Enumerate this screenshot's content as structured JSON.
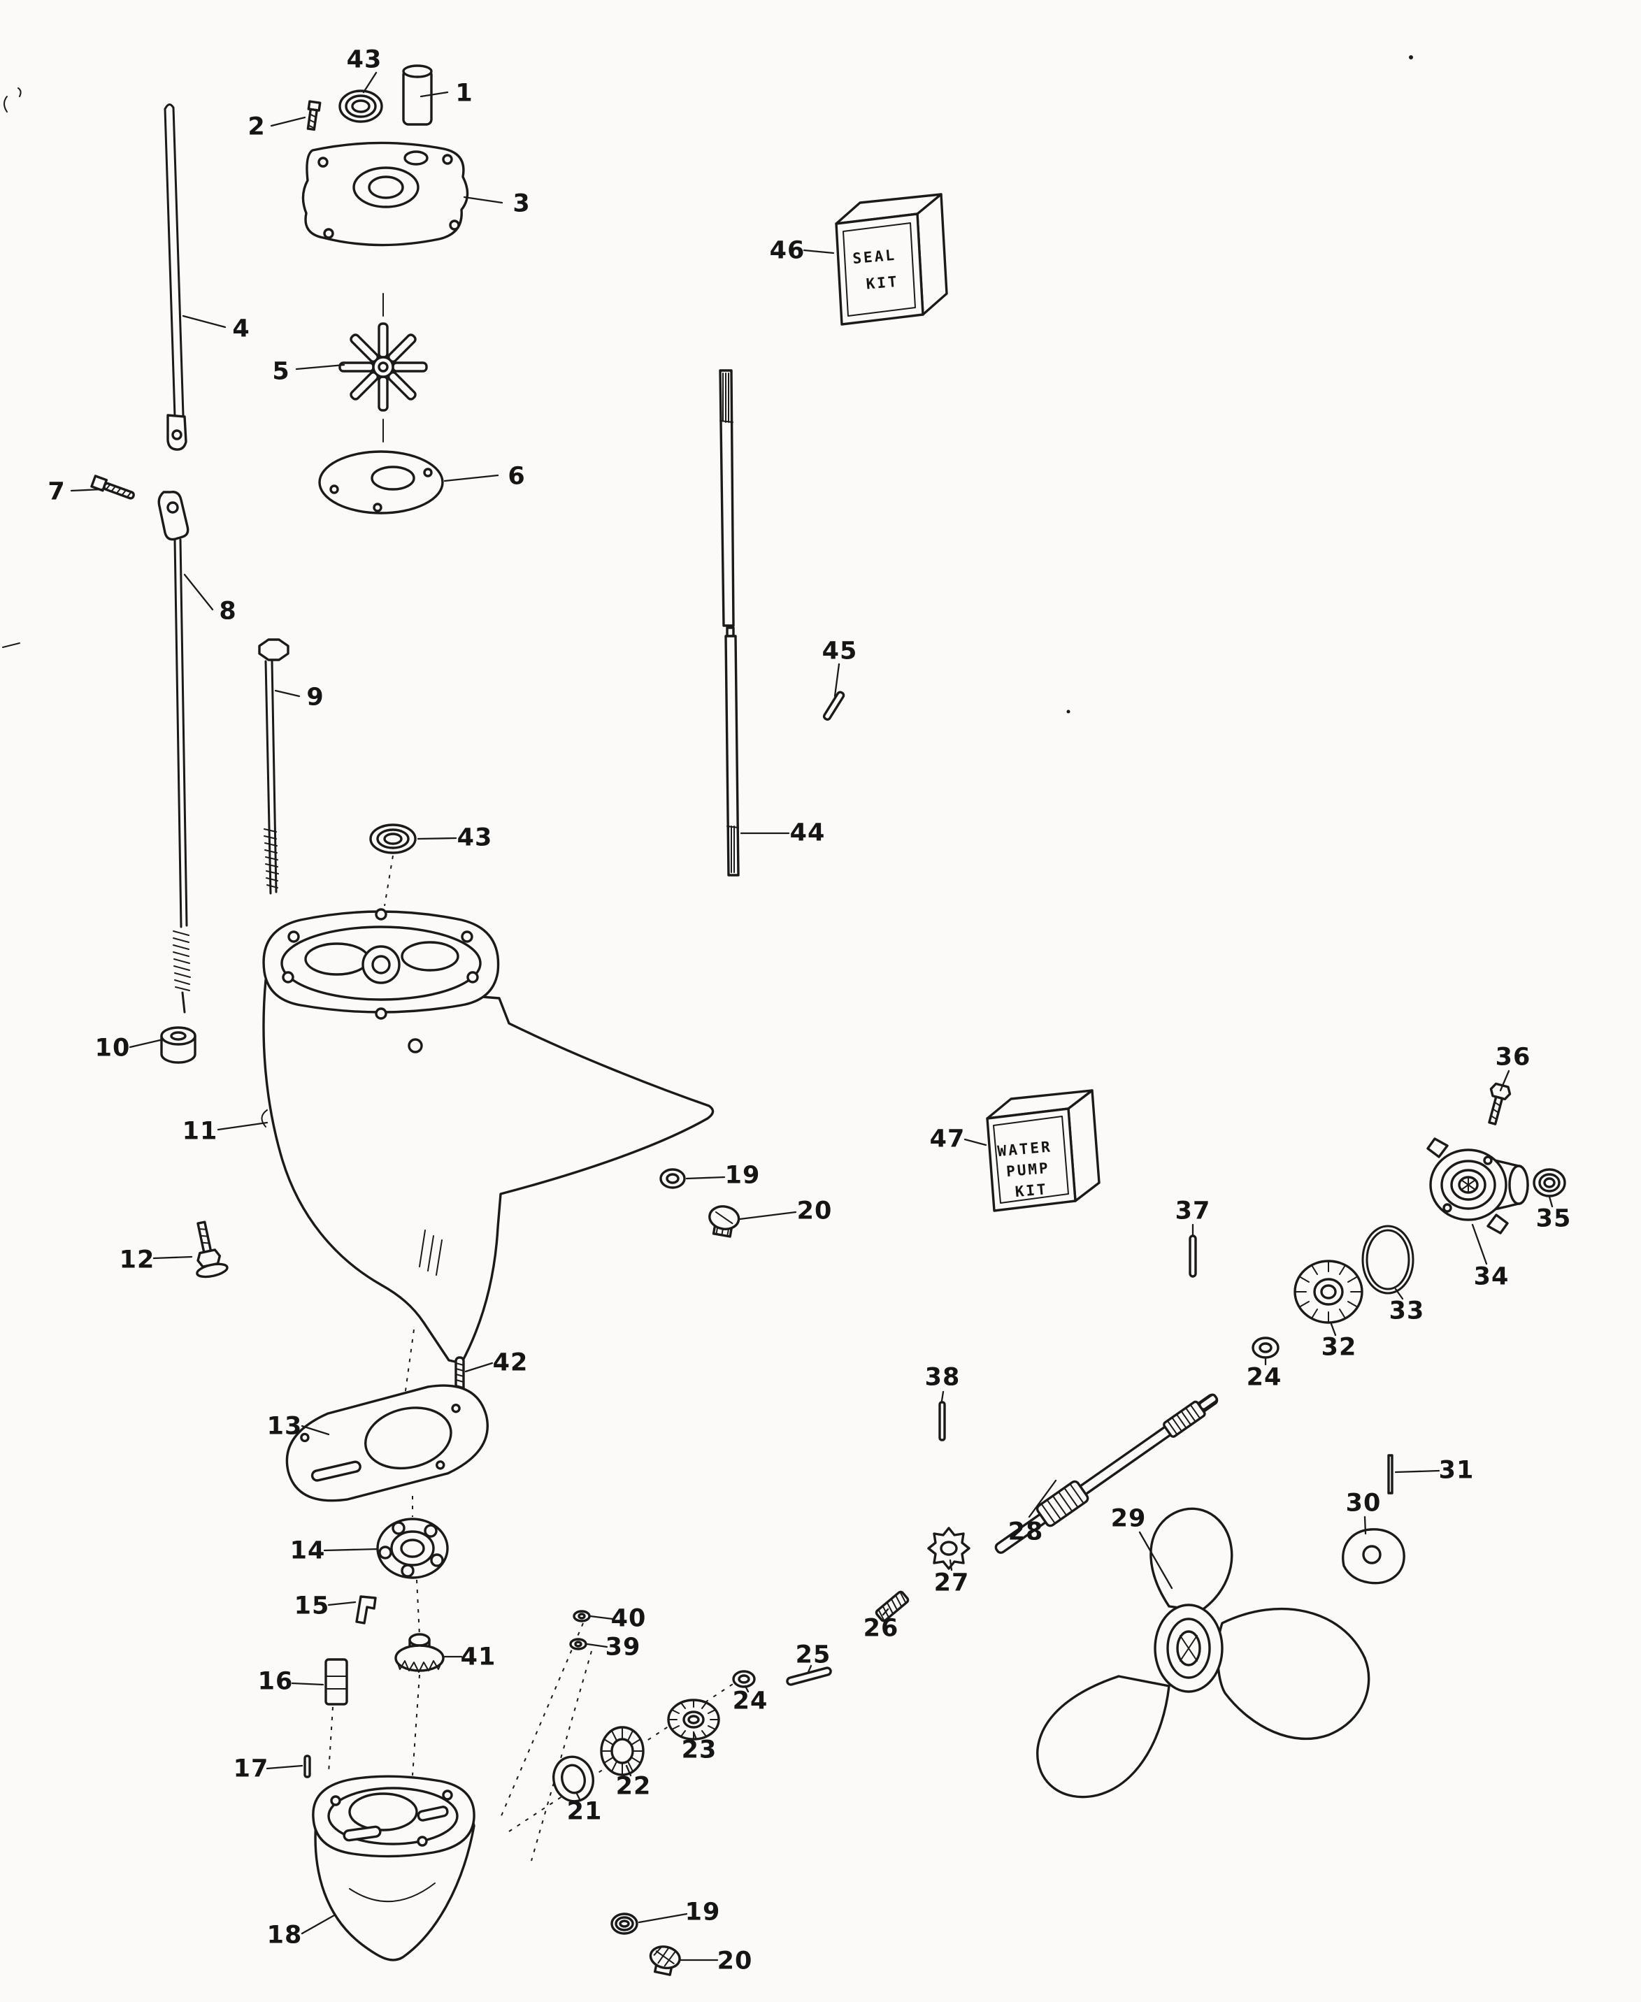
{
  "page": {
    "background": "#fbfaf9",
    "ink": "#1a1a1a"
  },
  "kits": {
    "seal_kit": {
      "lines": [
        "SEAL",
        "KIT"
      ]
    },
    "water_pump_kit": {
      "lines": [
        "WATER",
        "PUMP",
        "KIT"
      ]
    }
  },
  "callouts": [
    {
      "text": "43"
    },
    {
      "text": "1"
    },
    {
      "text": "2"
    },
    {
      "text": "3"
    },
    {
      "text": "46"
    },
    {
      "text": "4"
    },
    {
      "text": "5"
    },
    {
      "text": "6"
    },
    {
      "text": "7"
    },
    {
      "text": "8"
    },
    {
      "text": "9"
    },
    {
      "text": "45"
    },
    {
      "text": "43"
    },
    {
      "text": "44"
    },
    {
      "text": "10"
    },
    {
      "text": "11"
    },
    {
      "text": "19"
    },
    {
      "text": "20"
    },
    {
      "text": "12"
    },
    {
      "text": "47"
    },
    {
      "text": "36"
    },
    {
      "text": "35"
    },
    {
      "text": "37"
    },
    {
      "text": "34"
    },
    {
      "text": "33"
    },
    {
      "text": "32"
    },
    {
      "text": "24"
    },
    {
      "text": "42"
    },
    {
      "text": "13"
    },
    {
      "text": "38"
    },
    {
      "text": "28"
    },
    {
      "text": "29"
    },
    {
      "text": "31"
    },
    {
      "text": "30"
    },
    {
      "text": "27"
    },
    {
      "text": "26"
    },
    {
      "text": "14"
    },
    {
      "text": "15"
    },
    {
      "text": "25"
    },
    {
      "text": "40"
    },
    {
      "text": "39"
    },
    {
      "text": "41"
    },
    {
      "text": "24"
    },
    {
      "text": "23"
    },
    {
      "text": "16"
    },
    {
      "text": "22"
    },
    {
      "text": "17"
    },
    {
      "text": "21"
    },
    {
      "text": "18"
    },
    {
      "text": "19"
    },
    {
      "text": "20"
    }
  ]
}
